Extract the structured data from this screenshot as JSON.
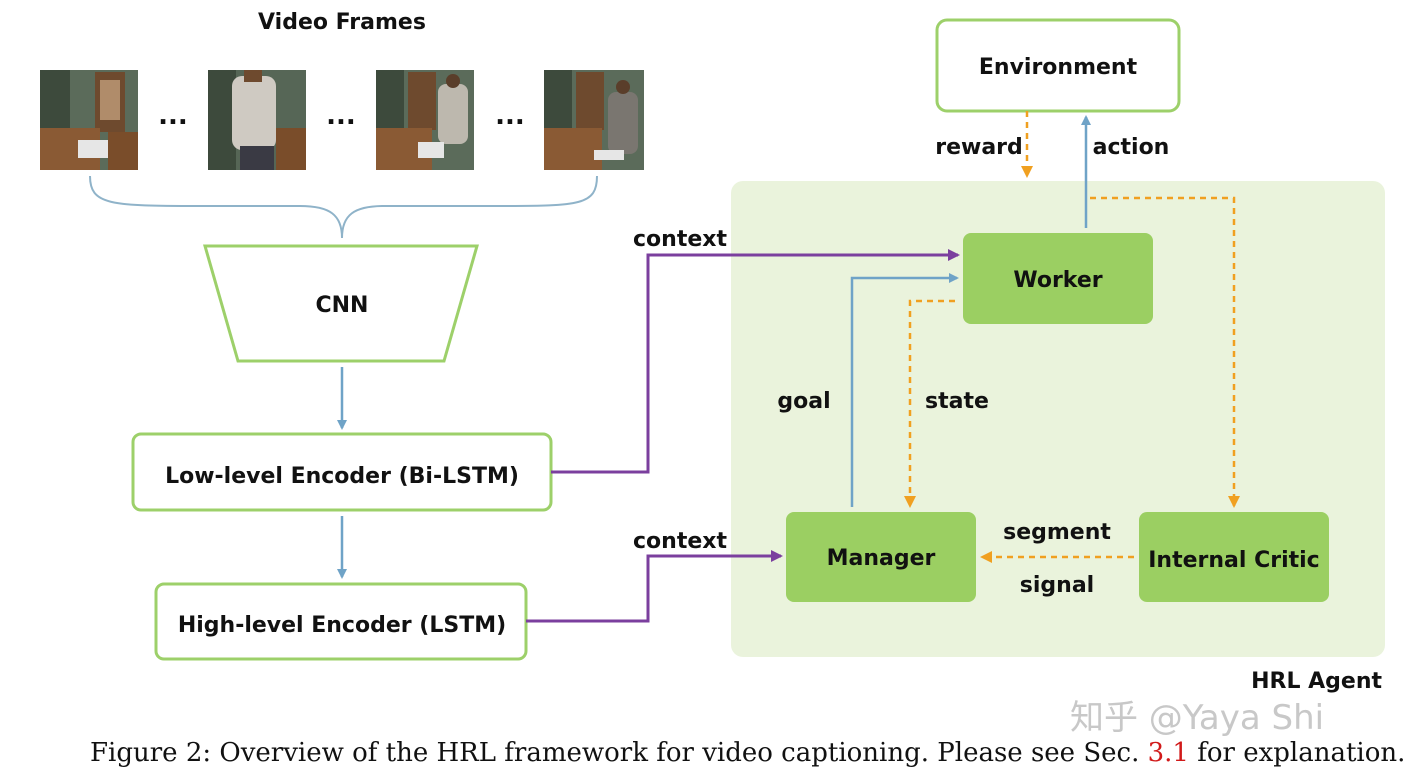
{
  "diagram": {
    "video_frames_title": "Video Frames",
    "ellipsis": "...",
    "cnn_label": "CNN",
    "low_level_encoder": "Low-level Encoder (Bi-LSTM)",
    "high_level_encoder": "High-level Encoder (LSTM)",
    "environment": "Environment",
    "worker": "Worker",
    "manager": "Manager",
    "internal_critic": "Internal Critic",
    "hrl_agent": "HRL Agent",
    "edges": {
      "reward": "reward",
      "action": "action",
      "context_top": "context",
      "context_bottom": "context",
      "goal": "goal",
      "state": "state",
      "segment": "segment",
      "signal": "signal"
    }
  },
  "caption": {
    "prefix": "Figure 2: Overview of the HRL framework for video captioning. Please see Sec.",
    "ref": "3.1",
    "suffix": "for explanation."
  },
  "watermark": "知乎 @Yaya Shi",
  "colors": {
    "box_border": "#9dd06a",
    "box_fill_dark": "#9bcf62",
    "agent_bg": "#eaf3dc",
    "purple": "#7b3f9e",
    "blue": "#6fa3c7",
    "orange": "#f0a020"
  }
}
